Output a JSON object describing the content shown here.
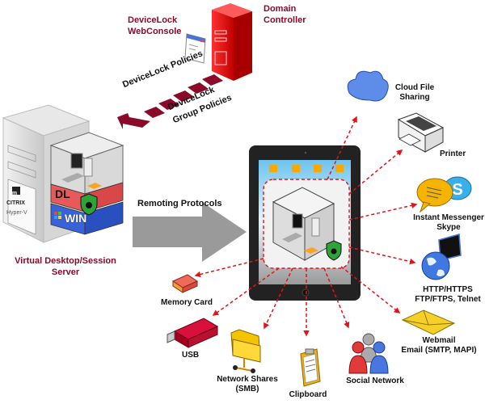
{
  "title": "DeviceLock virtual desktop data leak prevention diagram",
  "colors": {
    "brand_red": "#8b0a2a",
    "server_red": "#e0141a",
    "arrow_dash": "#e0141a",
    "dl_layer": "#e85a5a",
    "win_layer": "#3a62d8",
    "shield_green": "#2fa33a",
    "protocol_arrow": "#9a9a9a"
  },
  "nodes": {
    "domain_controller": {
      "label_line1": "Domain",
      "label_line2": "Controller"
    },
    "webconsole": {
      "label_line1": "DeviceLock",
      "label_line2": "WebConsole"
    },
    "policies": {
      "line1": "DeviceLock Policies",
      "line2": "DeviceLock",
      "line3": "Group Policies"
    },
    "server": {
      "label_line1": "Virtual Desktop/Session",
      "label_line2": "Server",
      "vendor_vm": "vm",
      "vendor_citrix": "CITRIX",
      "vendor_hyperv": "Hyper-V",
      "layer_dl": "DL",
      "layer_win": "WIN"
    },
    "remoting": {
      "label": "Remoting Protocols"
    },
    "endpoints": [
      {
        "id": "cloud",
        "line1": "Cloud File",
        "line2": "Sharing"
      },
      {
        "id": "printer",
        "line1": "Printer",
        "line2": ""
      },
      {
        "id": "im",
        "line1": "Instant Messenger",
        "line2": "Skype"
      },
      {
        "id": "http",
        "line1": "HTTP/HTTPS",
        "line2": "FTP/FTPS, Telnet"
      },
      {
        "id": "webmail",
        "line1": "Webmail",
        "line2": "Email (SMTP, MAPI)"
      },
      {
        "id": "social",
        "line1": "Social Network",
        "line2": ""
      },
      {
        "id": "clipboard",
        "line1": "Clipboard",
        "line2": ""
      },
      {
        "id": "network",
        "line1": "Network Shares",
        "line2": "(SMB)"
      },
      {
        "id": "usb",
        "line1": "USB",
        "line2": ""
      },
      {
        "id": "memory",
        "line1": "Memory Card",
        "line2": ""
      }
    ]
  }
}
